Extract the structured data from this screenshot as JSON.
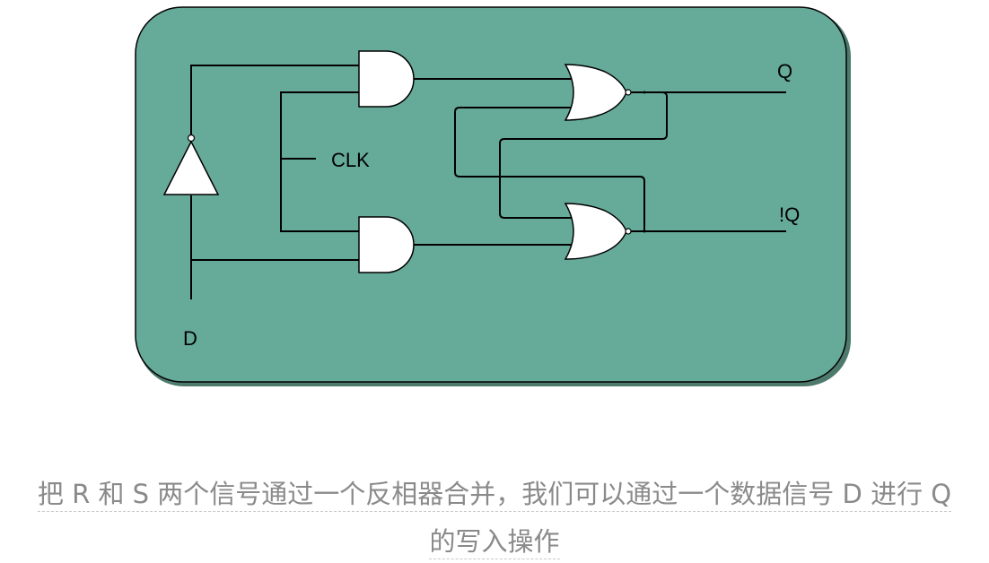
{
  "diagram": {
    "panel_color": "#66aa99",
    "signals": {
      "q": "Q",
      "not_q": "!Q",
      "clk": "CLK",
      "d": "D"
    }
  },
  "caption": {
    "line1": "把 R 和 S 两个信号通过一个反相器合并，我们可以通过一个数据信号 D 进行 Q",
    "line2": "的写入操作"
  }
}
